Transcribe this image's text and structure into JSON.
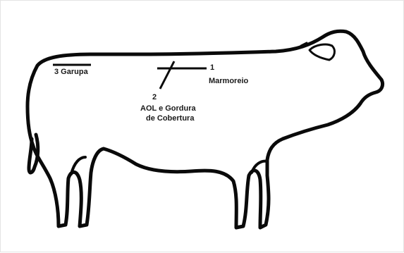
{
  "diagram": {
    "colors": {
      "outline": "#0a0a0a",
      "background": "#ffffff",
      "text": "#1a1a1a"
    },
    "labels": {
      "garupa": "3 Garupa",
      "marmoreio_number": "1",
      "marmoreio": "Marmoreio",
      "aol_number": "2",
      "aol_line1": "AOL e Gordura",
      "aol_line2": "de Cobertura"
    }
  }
}
